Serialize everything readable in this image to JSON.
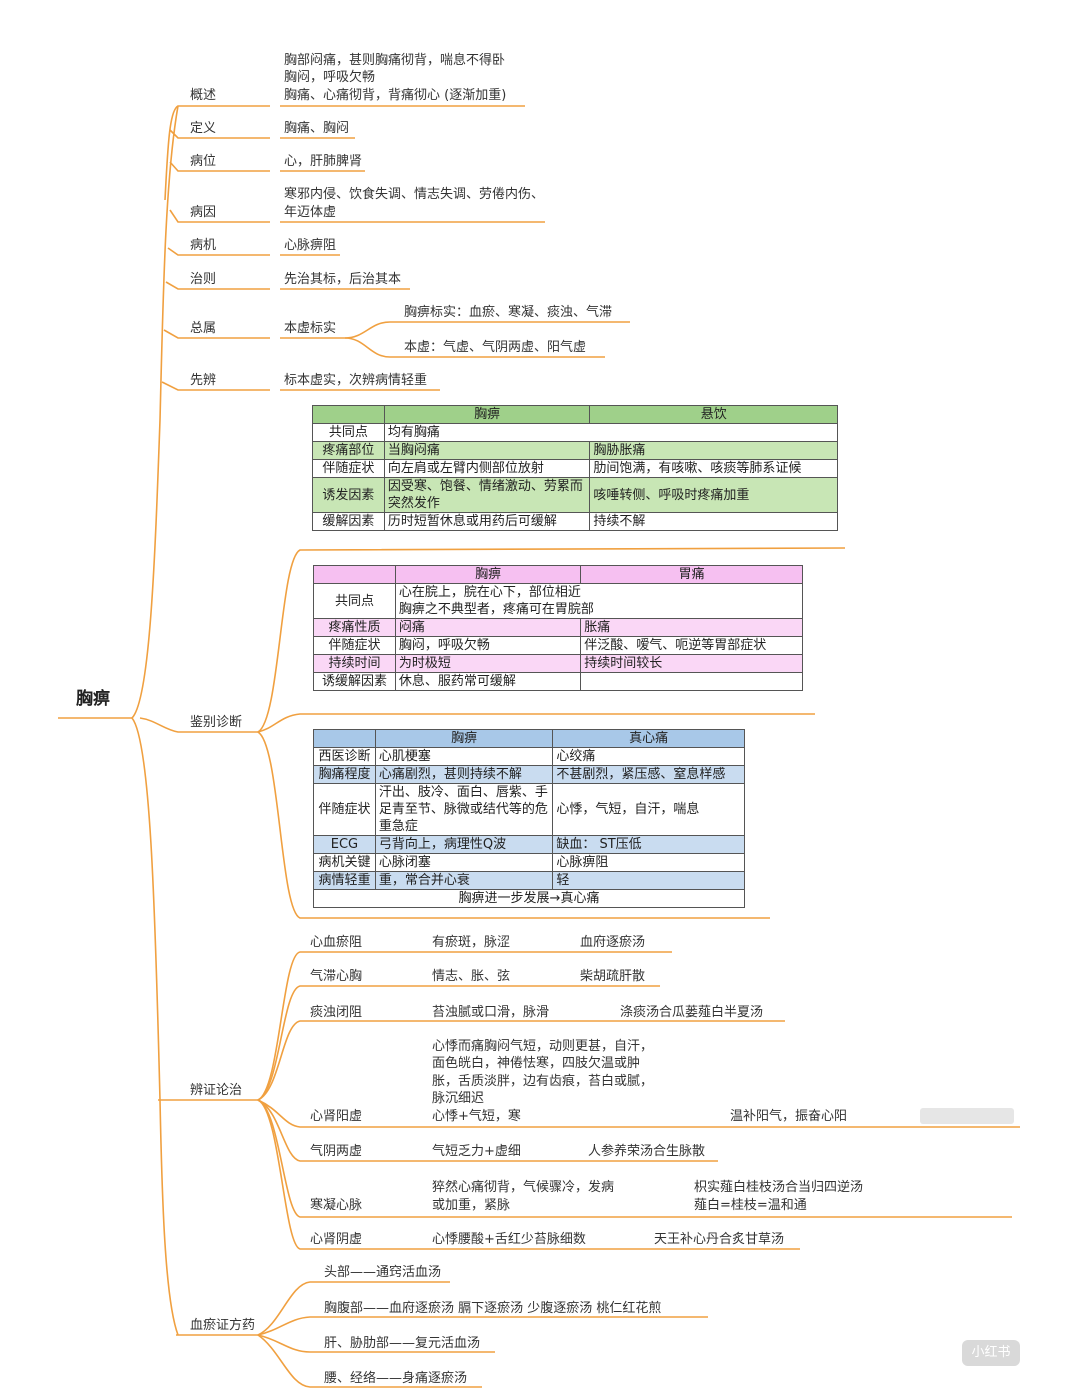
{
  "root": "胸痹",
  "branches": {
    "gaishu": {
      "label": "概述",
      "lines": [
        "胸部闷痛，甚则胸痛彻背，喘息不得卧",
        "胸闷，呼吸欠畅",
        "胸痛、心痛彻背，背痛彻心 (逐渐加重)"
      ]
    },
    "dingyi": {
      "label": "定义",
      "value": "胸痛、胸闷"
    },
    "bingwei": {
      "label": "病位",
      "value": "心，肝肺脾肾"
    },
    "bingyin": {
      "label": "病因",
      "lines": [
        "寒邪内侵、饮食失调、情志失调、劳倦内伤、",
        "年迈体虚"
      ]
    },
    "bingji": {
      "label": "病机",
      "value": "心脉痹阻"
    },
    "zhize": {
      "label": "治则",
      "value": "先治其标，后治其本"
    },
    "zongshu": {
      "label": "总属",
      "value": "本虚标实",
      "sub": [
        "胸痹标实：血瘀、寒凝、痰浊、气滞",
        "本虚：气虚、气阴两虚、阳气虚"
      ]
    },
    "xianbian": {
      "label": "先辨",
      "value": "标本虚实，次辨病情轻重"
    },
    "jianbie": {
      "label": "鉴别诊断"
    },
    "bianzheng": {
      "label": "辨证论治"
    },
    "xueyu": {
      "label": "血瘀证方药"
    }
  },
  "table1": {
    "header": [
      "",
      "胸痹",
      "悬饮"
    ],
    "rows": [
      {
        "k": "共同点",
        "span": "均有胸痛"
      },
      {
        "k": "疼痛部位",
        "a": "当胸闷痛",
        "b": "胸胁胀痛"
      },
      {
        "k": "伴随症状",
        "a": "向左肩或左臂内侧部位放射",
        "b": "肋间饱满，有咳嗽、咳痰等肺系证候"
      },
      {
        "k": "诱发因素",
        "a": "因受寒、饱餐、情绪激动、劳累而突然发作",
        "b": "咳唾转侧、呼吸时疼痛加重"
      },
      {
        "k": "缓解因素",
        "a": "历时短暂休息或用药后可缓解",
        "b": "持续不解"
      }
    ]
  },
  "table2": {
    "header": [
      "",
      "胸痹",
      "胃痛"
    ],
    "rows": [
      {
        "k": "共同点",
        "span1": "心在脘上，脘在心下，部位相近",
        "span2": "胸痹之不典型者，疼痛可在胃脘部"
      },
      {
        "k": "疼痛性质",
        "a": "闷痛",
        "b": "胀痛"
      },
      {
        "k": "伴随症状",
        "a": "胸闷，呼吸欠畅",
        "b": "伴泛酸、嗳气、呃逆等胃部症状"
      },
      {
        "k": "持续时间",
        "a": "为时极短",
        "b": "持续时间较长"
      },
      {
        "k": "诱缓解因素",
        "a": "休息、服药常可缓解",
        "b": ""
      }
    ]
  },
  "table3": {
    "header": [
      "",
      "胸痹",
      "真心痛"
    ],
    "rows": [
      {
        "k": "西医诊断",
        "a": "心肌梗塞",
        "b": "心绞痛"
      },
      {
        "k": "胸痛程度",
        "a": "心痛剧烈，甚则持续不解",
        "b": "不甚剧烈，紧压感、窒息样感"
      },
      {
        "k": "伴随症状",
        "a": "汗出、肢冷、面白、唇紫、手足青至节、脉微或结代等的危重急症",
        "b": "心悸，气短，自汗，喘息"
      },
      {
        "k": "ECG",
        "a": "弓背向上，病理性Q波",
        "b": "缺血： ST压低"
      },
      {
        "k": "病机关键",
        "a": "心脉闭塞",
        "b": "心脉痹阻"
      },
      {
        "k": "病情轻重",
        "a": "重，常合并心衰",
        "b": "轻"
      }
    ],
    "footer": "胸痹进一步发展→真心痛"
  },
  "syndromes": [
    {
      "name": "心血瘀阻",
      "sign": "有瘀斑，脉涩",
      "rx": "血府逐瘀汤"
    },
    {
      "name": "气滞心胸",
      "sign": "情志、胀、弦",
      "rx": "柴胡疏肝散"
    },
    {
      "name": "痰浊闭阻",
      "sign": "苔浊腻或口滑，脉滑",
      "rx": "涤痰汤合瓜蒌薤白半夏汤"
    },
    {
      "name": "心肾阳虚",
      "sign_lines": [
        "心悸而痛胸闷气短，动则更甚，自汗，",
        "面色㿠白，神倦怯寒，四肢欠温或肿",
        "胀，舌质淡胖，边有齿痕，苔白或腻，",
        "脉沉细迟",
        "心悸+气短，寒"
      ],
      "rx": "温补阳气，振奋心阳"
    },
    {
      "name": "气阴两虚",
      "sign": "气短乏力+虚细",
      "rx": "人参养荣汤合生脉散"
    },
    {
      "name": "寒凝心脉",
      "sign_lines": [
        "猝然心痛彻背，气候骤冷，发病",
        "或加重，紧脉"
      ],
      "rx_lines": [
        "枳实薤白桂枝汤合当归四逆汤",
        "薤白=桂枝=温和通"
      ]
    },
    {
      "name": "心肾阴虚",
      "sign": "心悸腰酸+舌红少苔脉细数",
      "rx": "天王补心丹合炙甘草汤"
    }
  ],
  "xueyu_items": [
    "头部——通窍活血汤",
    "胸腹部——血府逐瘀汤   膈下逐瘀汤   少腹逐瘀汤   桃仁红花煎",
    "肝、胁肋部——复元活血汤",
    "腰、经络——身痛逐瘀汤"
  ],
  "watermark": "小红书",
  "colors": {
    "branch": "#f0a040",
    "green_header": "#9fd08a",
    "pink_header": "#f6c0f1",
    "blue_header": "#a8c8e8"
  }
}
